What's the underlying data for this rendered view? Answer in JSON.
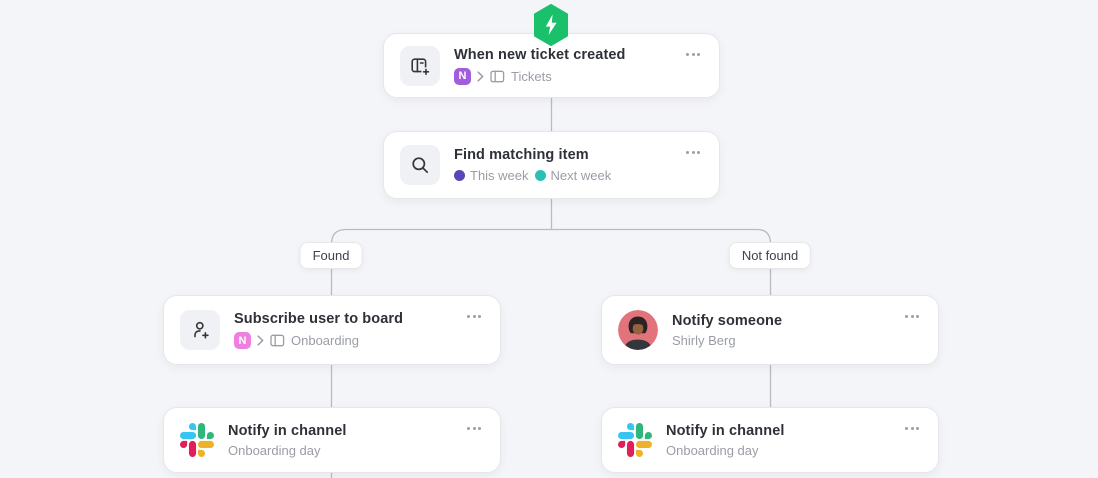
{
  "app": {
    "name": "automation-workflow-canvas"
  },
  "colors": {
    "background": "#f4f5f8",
    "connector": "#b9bbc4",
    "trigger_green": "#1ac06a",
    "card_border": "#e5e7eb",
    "title_text": "#2e3138",
    "secondary_text": "#9a9da6"
  },
  "trigger_badge": {
    "icon": "lightning-icon",
    "color": "#1ac06a"
  },
  "nodes": {
    "trigger": {
      "title": "When new ticket created",
      "icon": "new-item-icon",
      "badge": "N",
      "badge_color": "#a25ddc",
      "board": "Tickets"
    },
    "find": {
      "title": "Find matching item",
      "icon": "search-icon",
      "statuses": [
        {
          "label": "This week",
          "color": "#5c45b8"
        },
        {
          "label": "Next week",
          "color": "#2bc0b4"
        }
      ]
    },
    "subscribe": {
      "title": "Subscribe user to board",
      "icon": "person-plus-icon",
      "badge": "N",
      "badge_color": "#ef7ee1",
      "board": "Onboarding"
    },
    "notify_someone": {
      "title": "Notify someone",
      "icon": "avatar",
      "subtitle": "Shirly Berg"
    },
    "notify_channel_left": {
      "title": "Notify in channel",
      "icon": "slack-icon",
      "subtitle": "Onboarding day"
    },
    "notify_channel_right": {
      "title": "Notify in channel",
      "icon": "slack-icon",
      "subtitle": "Onboarding day"
    }
  },
  "branches": {
    "left": "Found",
    "right": "Not found"
  }
}
